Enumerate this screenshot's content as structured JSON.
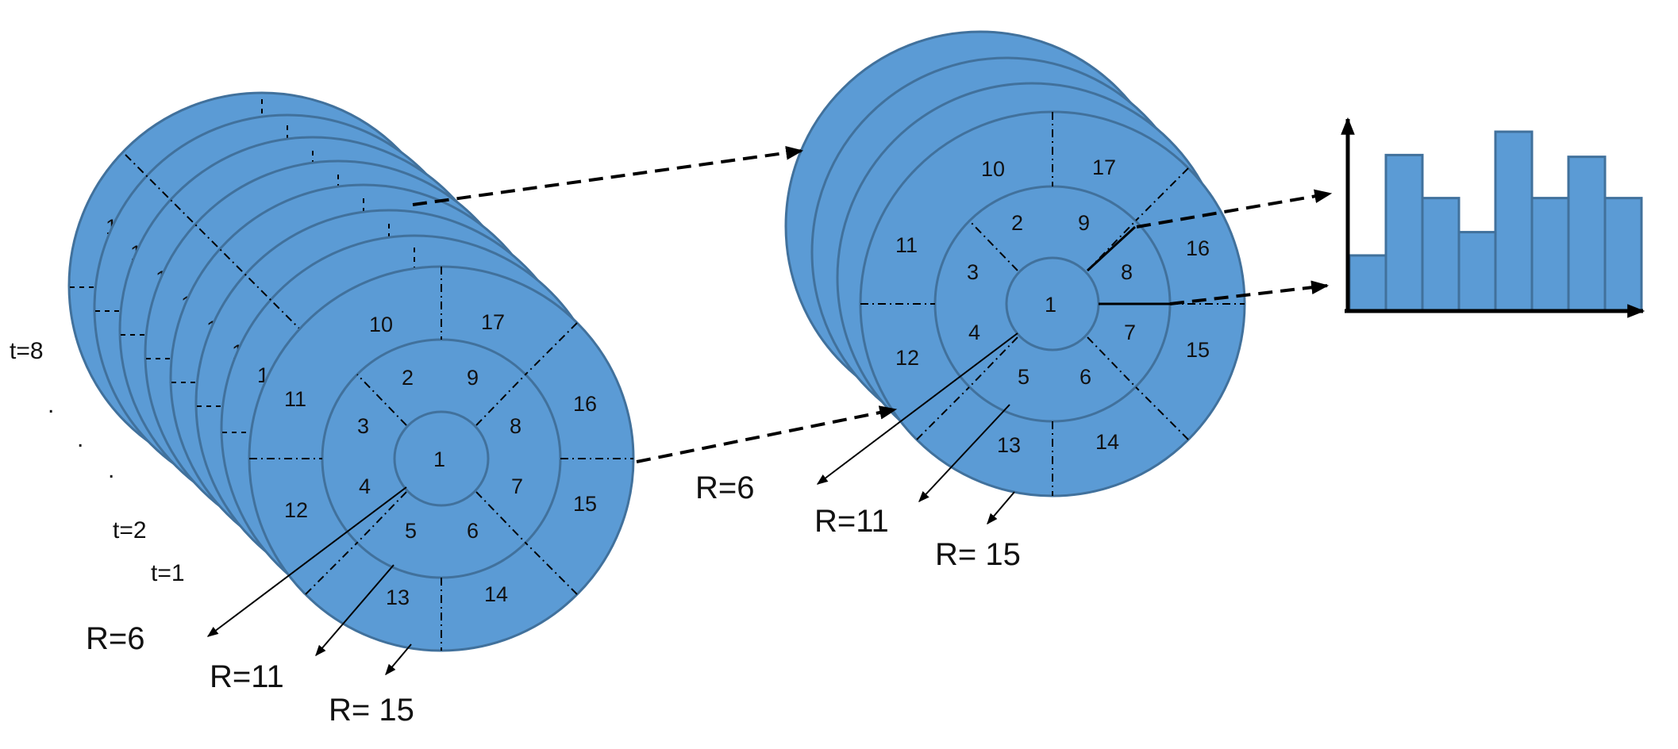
{
  "colors": {
    "disc_fill": "#5B9BD5",
    "disc_stroke": "#41719C",
    "line": "#000000",
    "background": "#ffffff"
  },
  "left_stack": {
    "time_labels": [
      "t=8",
      ".",
      ".",
      ".",
      "t=2",
      "t=1"
    ],
    "front_segments": [
      "1",
      "2",
      "3",
      "4",
      "5",
      "6",
      "7",
      "8",
      "9",
      "10",
      "11",
      "12",
      "13",
      "14",
      "15",
      "16",
      "17"
    ],
    "partial_labels": [
      "1",
      "1",
      "1",
      "1",
      "1",
      "1",
      "1"
    ],
    "radius_labels": [
      "R=6",
      "R=11",
      "R= 15"
    ]
  },
  "middle_stack": {
    "front_segments": [
      "1",
      "2",
      "3",
      "4",
      "5",
      "6",
      "7",
      "8",
      "9",
      "10",
      "11",
      "12",
      "13",
      "14",
      "15",
      "16",
      "17"
    ],
    "radius_labels": [
      "R=6",
      "R=11",
      "R= 15"
    ]
  },
  "histogram": {
    "bar_values": [
      0.31,
      0.87,
      0.63,
      0.44,
      1.0,
      0.63,
      0.86,
      0.63
    ]
  }
}
